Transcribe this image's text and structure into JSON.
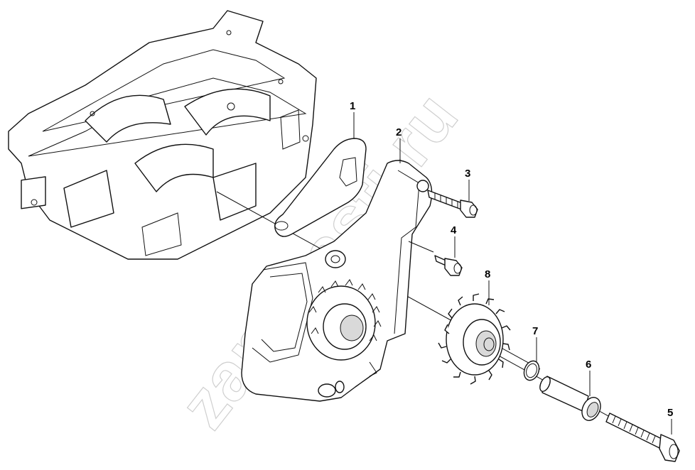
{
  "watermark": "zapchasti-ru",
  "corner_mark": "",
  "callouts": [
    {
      "id": "1",
      "label": "1"
    },
    {
      "id": "2",
      "label": "2"
    },
    {
      "id": "3",
      "label": "3"
    },
    {
      "id": "4",
      "label": "4"
    },
    {
      "id": "5",
      "label": "5"
    },
    {
      "id": "6",
      "label": "6"
    },
    {
      "id": "7",
      "label": "7"
    },
    {
      "id": "8",
      "label": "8"
    }
  ]
}
